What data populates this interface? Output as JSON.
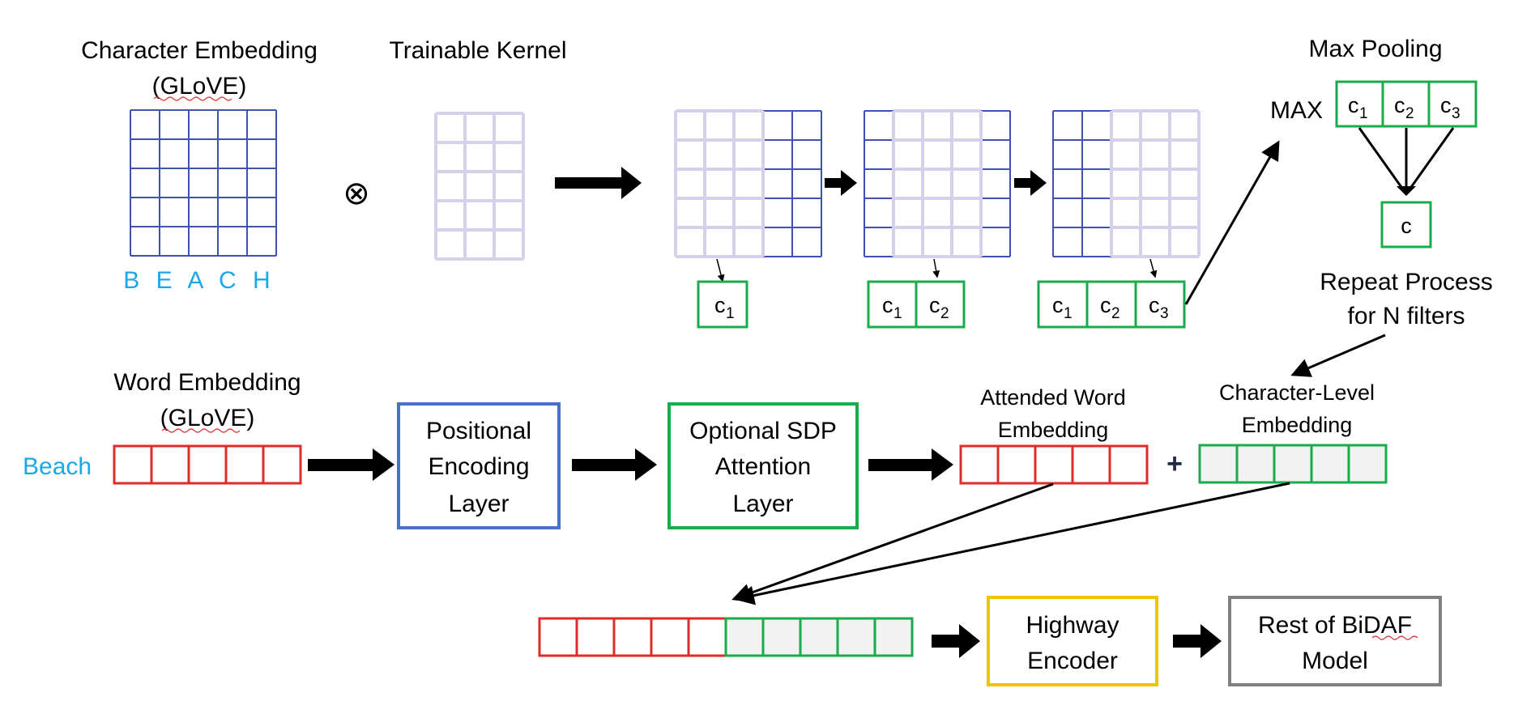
{
  "colors": {
    "grid_blue": "#3f51b5",
    "kernel_lavender": "#d6d0ea",
    "green": "#1aab4b",
    "red": "#e02b2b",
    "cyan": "#1ea7e6",
    "blue_box": "#4a72c4",
    "yellow_box": "#f3c300",
    "gray_box": "#808080",
    "green_fill": "#f2f2f2"
  },
  "char_embedding": {
    "title_line1": "Character Embedding",
    "title_line2": "(GLoVE)",
    "letters": "B E A C H"
  },
  "operator": "⊗",
  "kernel": {
    "title": "Trainable Kernel"
  },
  "conv_cells": {
    "c": "c",
    "sub1": "1",
    "sub2": "2",
    "sub3": "3"
  },
  "max_pooling": {
    "title": "Max Pooling",
    "max_label": "MAX",
    "result": "c"
  },
  "repeat": {
    "line1": "Repeat Process",
    "line2": "for N filters"
  },
  "word_embedding": {
    "title_line1": "Word Embedding",
    "title_line2": "(GLoVE)",
    "word": "Beach"
  },
  "positional": {
    "line1": "Positional",
    "line2": "Encoding",
    "line3": "Layer"
  },
  "attention": {
    "line1": "Optional SDP",
    "line2": "Attention",
    "line3": "Layer"
  },
  "attended": {
    "line1": "Attended Word",
    "line2": "Embedding"
  },
  "plus": "+",
  "char_level": {
    "line1": "Character-Level",
    "line2": "Embedding"
  },
  "highway": {
    "line1": "Highway",
    "line2": "Encoder"
  },
  "bidaf": {
    "line1": "Rest of BiDAF",
    "line2": "Model"
  }
}
